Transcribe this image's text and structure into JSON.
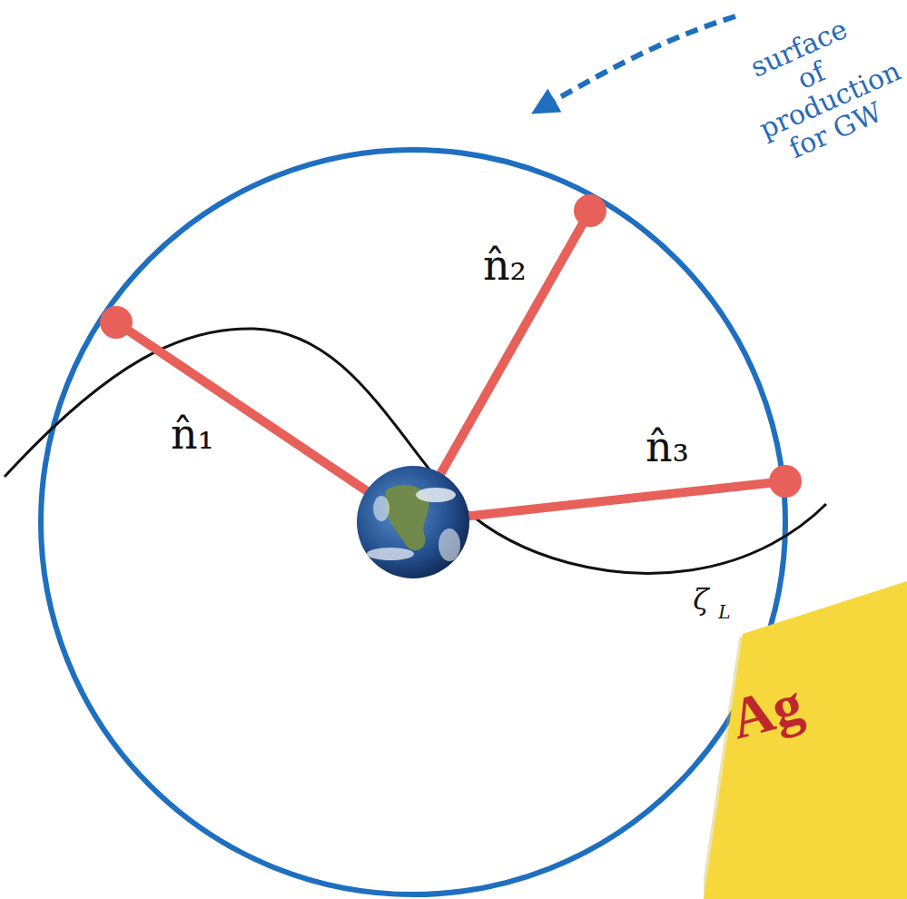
{
  "diagram": {
    "nodes": [
      {
        "text": [
          "Ag"
        ]
      }
    ],
    "labels": [
      "n̂₁",
      "n̂₂",
      "n̂₃",
      "ζ",
      "L",
      "surface of production for GW"
    ]
  }
}
